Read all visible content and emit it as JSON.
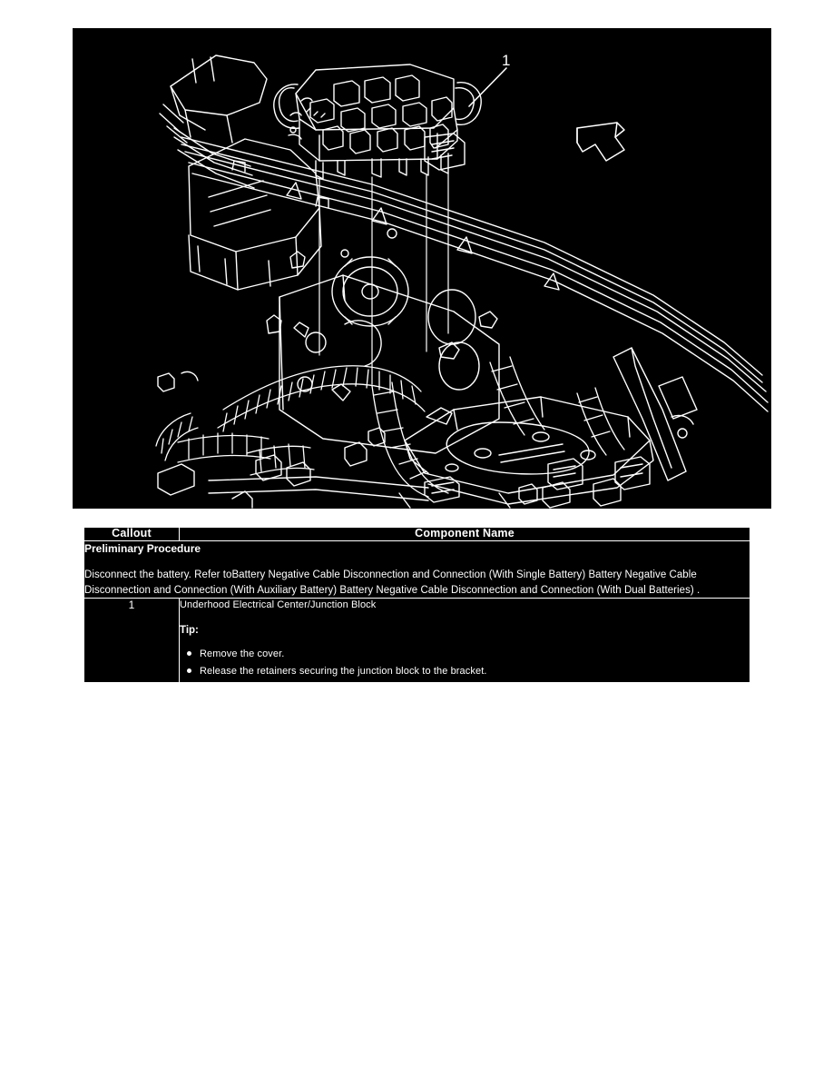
{
  "figure": {
    "name": "underhood-electrical-center-junction-block-illustration",
    "background_color": "#000000",
    "line_color": "#ffffff",
    "callout_label": "1",
    "direction_arrow": "bent-arrow-icon"
  },
  "table": {
    "headers": {
      "callout": "Callout",
      "component_name": "Component Name"
    },
    "preliminary": {
      "title": "Preliminary Procedure",
      "body": "Disconnect the battery. Refer toBattery Negative Cable Disconnection and Connection (With Single Battery) Battery Negative Cable Disconnection and Connection (With Auxiliary Battery) Battery Negative Cable Disconnection and Connection (With Dual Batteries) ."
    },
    "rows": [
      {
        "callout": "1",
        "component_name": "Underhood Electrical Center/Junction Block",
        "tip_label": "Tip:",
        "tips": [
          "Remove the cover.",
          "Release the retainers securing the junction block to the bracket."
        ]
      }
    ]
  }
}
